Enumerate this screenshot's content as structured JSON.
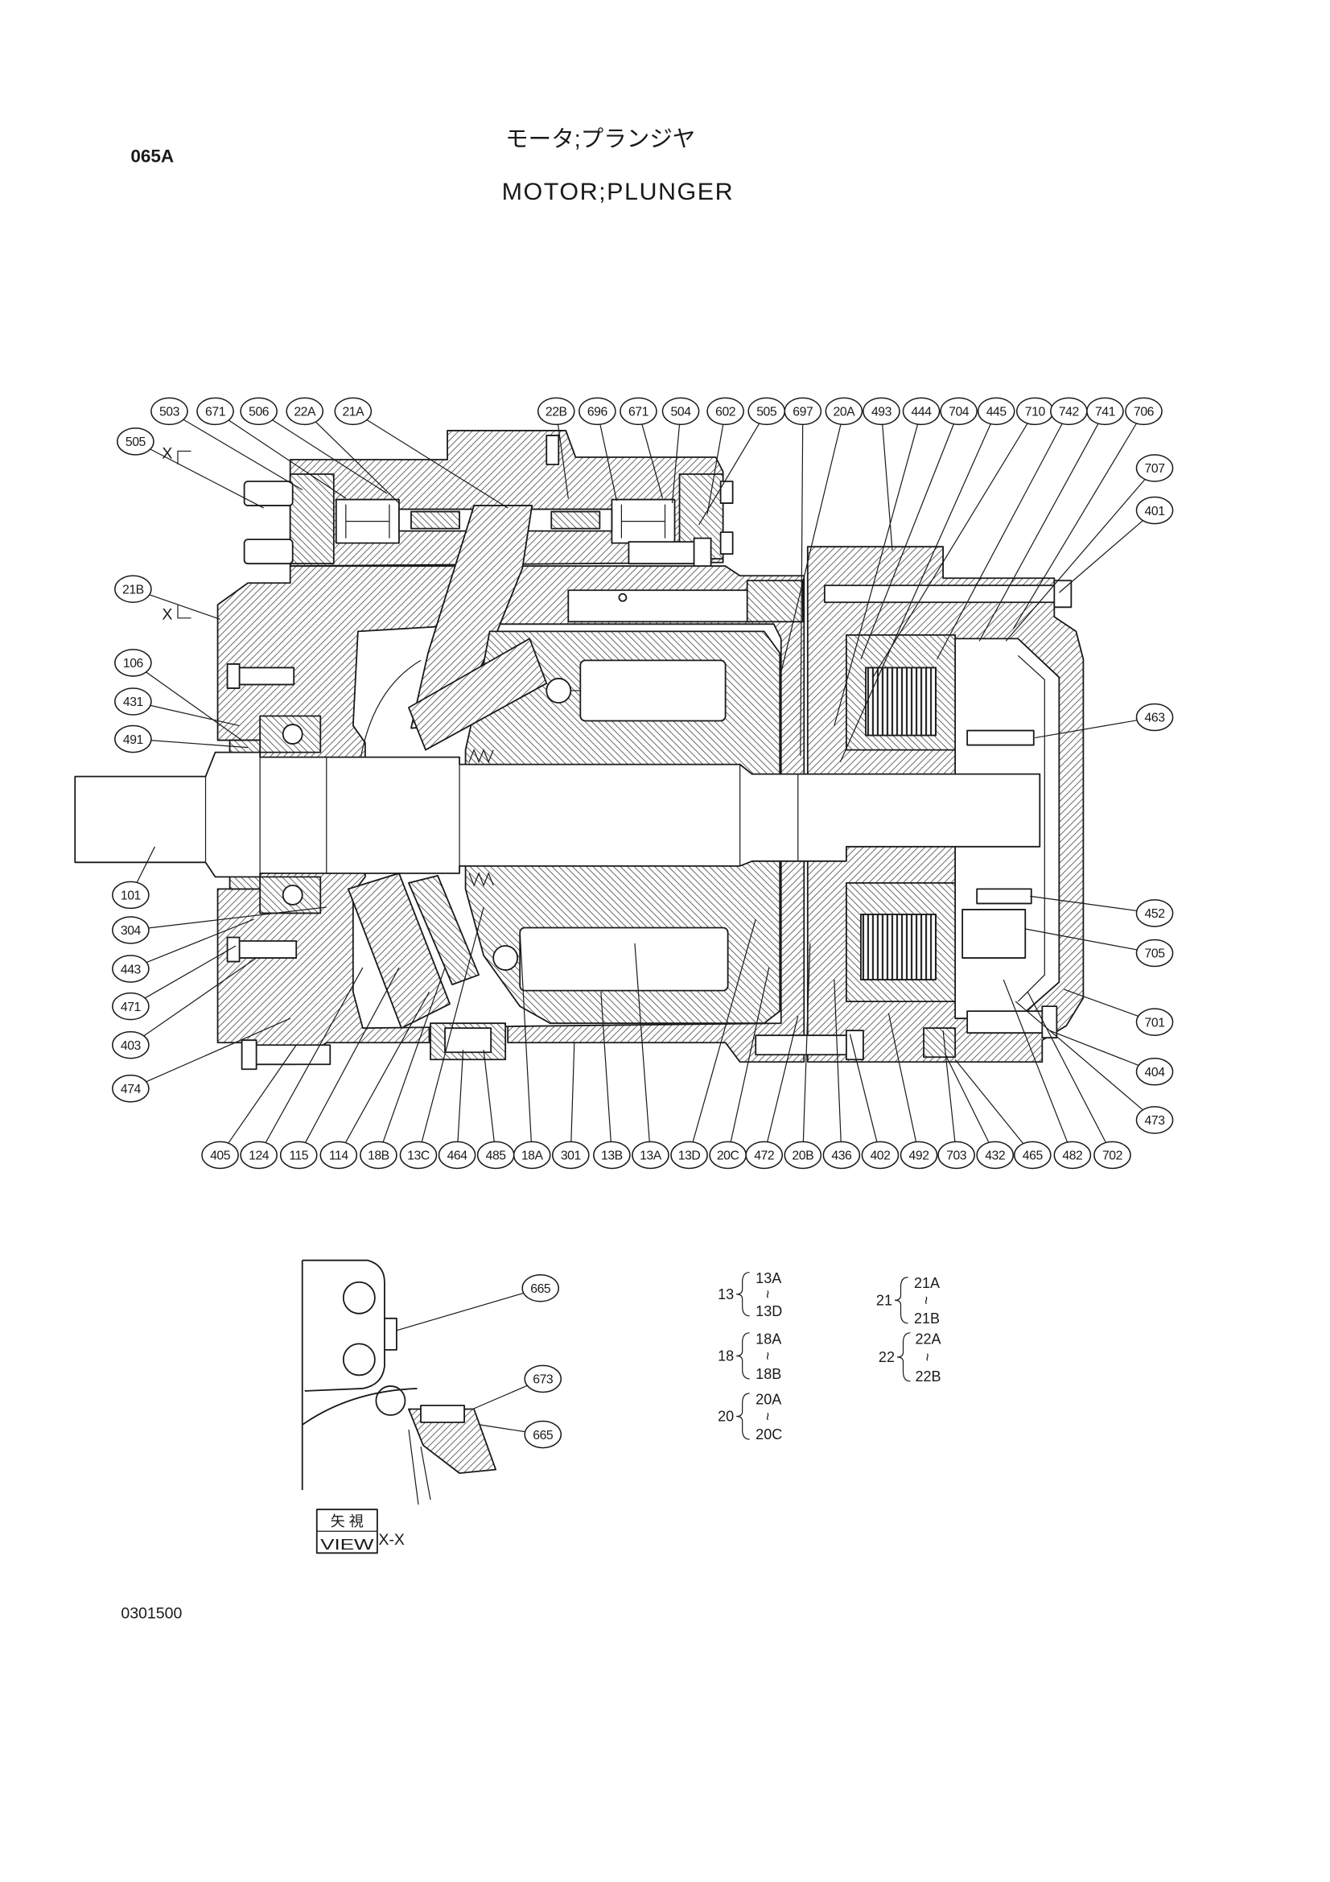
{
  "header": {
    "code": "065A",
    "title_jp": "モータ;プランジヤ",
    "title_en": "MOTOR;PLUNGER"
  },
  "section_markers": {
    "upper": "X",
    "lower": "X"
  },
  "callouts": {
    "top": [
      "503",
      "671",
      "506",
      "22A",
      "21A",
      "22B",
      "696",
      "671",
      "504",
      "602",
      "505",
      "697",
      "20A",
      "493",
      "444",
      "704",
      "445",
      "710",
      "742",
      "741",
      "706"
    ],
    "left": [
      "505",
      "21B",
      "106",
      "431",
      "491",
      "101",
      "304",
      "443",
      "471",
      "403",
      "474"
    ],
    "right": [
      "707",
      "401",
      "463",
      "452",
      "705",
      "701",
      "404",
      "473"
    ],
    "bottom": [
      "405",
      "124",
      "115",
      "114",
      "18B",
      "13C",
      "464",
      "485",
      "18A",
      "301",
      "13B",
      "13A",
      "13D",
      "20C",
      "472",
      "20B",
      "436",
      "402",
      "492",
      "703",
      "432",
      "465",
      "482",
      "702"
    ]
  },
  "view_detail": {
    "callouts": [
      "665",
      "673",
      "665"
    ],
    "view_label_jp": "矢 視",
    "view_label_en": "VIEW",
    "view_name": "X-X"
  },
  "legend": [
    {
      "group": "13",
      "first": "13A",
      "last": "13D"
    },
    {
      "group": "18",
      "first": "18A",
      "last": "18B"
    },
    {
      "group": "20",
      "first": "20A",
      "last": "20C"
    },
    {
      "group": "21",
      "first": "21A",
      "last": "21B"
    },
    {
      "group": "22",
      "first": "22A",
      "last": "22B"
    }
  ],
  "legend_range_mark": "~",
  "footer": {
    "drawing_number": "0301500"
  },
  "colors": {
    "ink": "#1a1a1a",
    "paper": "#ffffff"
  }
}
